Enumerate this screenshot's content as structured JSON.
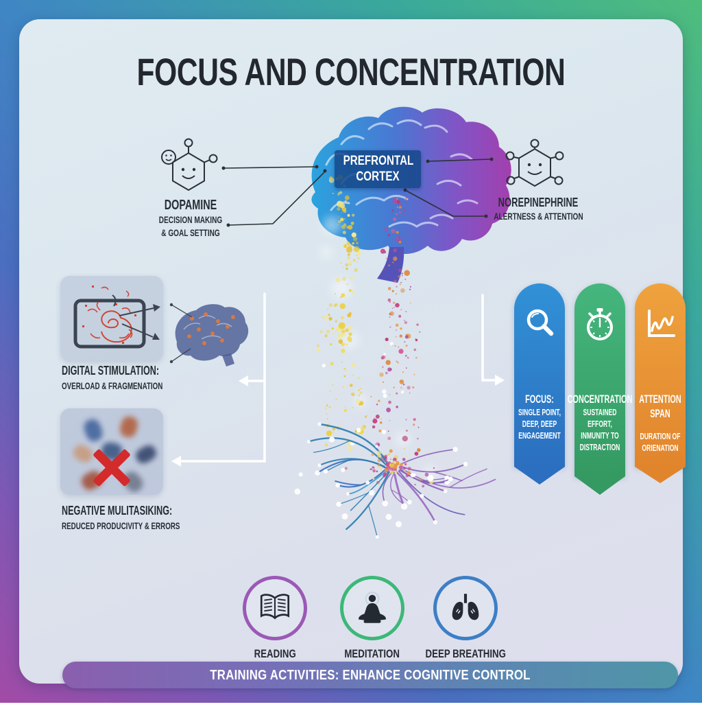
{
  "title": "FOCUS AND CONCENTRATION",
  "brain": {
    "region_label_line1": "PREFRONTAL",
    "region_label_line2": "CORTEX",
    "icon": "brain-gradient-illustration"
  },
  "neurotransmitters": {
    "left": {
      "name": "DOPAMINE",
      "desc1": "DECISION MAKING",
      "desc2": "& GOAL SETTING",
      "icon": "dopamine-molecule-smiley-icon"
    },
    "right": {
      "name": "NOREPINEPHRINE",
      "desc1": "ALERTNESS & ATTENTION",
      "icon": "norepinephrine-molecule-smiley-icon"
    }
  },
  "negative_factors": [
    {
      "title": "DIGITAL STIMULATION:",
      "subtitle": "OVERLOAD & FRAGMENATION",
      "icon": "screen-chaos-icon"
    },
    {
      "title": "NEGATIVE MULITASIKING:",
      "subtitle": "REDUCED PRODUCIVITY & ERRORS",
      "icon": "crossed-out-multitasking-icon"
    }
  ],
  "pillars": [
    {
      "title_lines": [
        "FOCUS:"
      ],
      "lines": [
        "SINGLE POINT,",
        "DEEP, DEEP",
        "ENGAGEMENT"
      ],
      "color": "#2e82c9",
      "icon": "magnifier-icon"
    },
    {
      "title_lines": [
        "CONCENTRATION"
      ],
      "lines": [
        "SUSTAINED",
        "EFFORT,",
        "INMUNITY TO",
        "DISTRACTION"
      ],
      "color": "#3fae72",
      "icon": "stopwatch-icon"
    },
    {
      "title_lines": [
        "ATTENTION",
        "SPAN"
      ],
      "lines": [
        "DURATION OF",
        "ORIENATION"
      ],
      "color": "#eb9638",
      "icon": "line-chart-icon"
    }
  ],
  "activities": [
    {
      "label": "READING",
      "ring_color": "#9b59b6",
      "icon": "open-book-icon"
    },
    {
      "label": "MEDITATION",
      "ring_color": "#3cb878",
      "icon": "meditating-person-icon"
    },
    {
      "label": "DEEP BREATHING",
      "ring_color": "#3d7fc6",
      "icon": "lungs-icon"
    }
  ],
  "footer_banner": {
    "text": "TRAINING ACTIVITIES: ENHANCE COGNITIVE CONTROL"
  }
}
